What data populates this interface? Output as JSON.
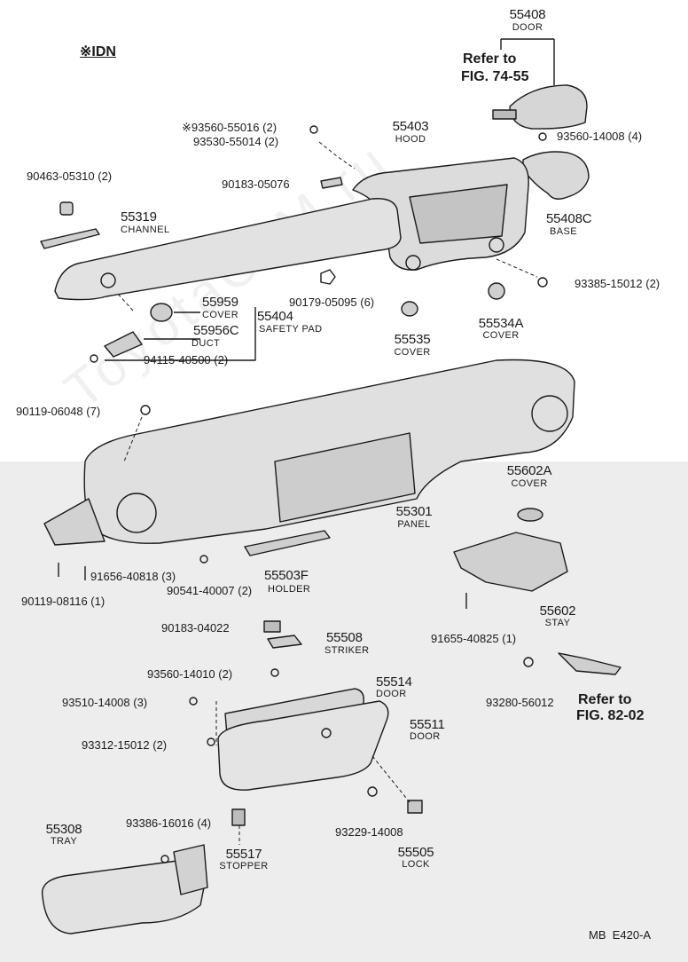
{
  "header": {
    "variant_label": "※IDN"
  },
  "watermark": "ToyotaCoM.ru",
  "footer": {
    "figure_code": "MB  E420-A"
  },
  "refs": {
    "fig_74_55": {
      "line1": "Refer to",
      "line2": "FIG. 74-55"
    },
    "fig_82_02": {
      "line1": "Refer to",
      "line2": "FIG. 82-02"
    }
  },
  "parts": {
    "p55408": {
      "number": "55408",
      "name": "DOOR"
    },
    "p55403": {
      "number": "55403",
      "name": "HOOD"
    },
    "p55408c": {
      "number": "55408C",
      "name": "BASE"
    },
    "p55319": {
      "number": "55319",
      "name": "CHANNEL"
    },
    "p55959": {
      "number": "55959",
      "name": "COVER"
    },
    "p55956c": {
      "number": "55956C",
      "name": "DUCT"
    },
    "p55404": {
      "number": "55404",
      "name": "SAFETY PAD"
    },
    "p55535": {
      "number": "55535",
      "name": "COVER"
    },
    "p55534a": {
      "number": "55534A",
      "name": "COVER"
    },
    "p55602a": {
      "number": "55602A",
      "name": "COVER"
    },
    "p55301": {
      "number": "55301",
      "name": "PANEL"
    },
    "p55503f": {
      "number": "55503F",
      "name": "HOLDER"
    },
    "p55602": {
      "number": "55602",
      "name": "STAY"
    },
    "p55508": {
      "number": "55508",
      "name": "STRIKER"
    },
    "p55514": {
      "number": "55514",
      "name": "DOOR"
    },
    "p55511": {
      "number": "55511",
      "name": "DOOR"
    },
    "p55308": {
      "number": "55308",
      "name": "TRAY"
    },
    "p55517": {
      "number": "55517",
      "name": "STOPPER"
    },
    "p55505": {
      "number": "55505",
      "name": "LOCK"
    }
  },
  "fasteners": {
    "f93560_55016": "※93560-55016 (2)",
    "f93530_55014": "93530-55014 (2)",
    "f93560_14008": "93560-14008 (4)",
    "f90463_05310": "90463-05310 (2)",
    "f90183_05076": "90183-05076",
    "f93385_15012": "93385-15012 (2)",
    "f90179_05095": "90179-05095 (6)",
    "f94115_40500": "94115-40500 (2)",
    "f90119_06048": "90119-06048 (7)",
    "f91656_40818": "91656-40818 (3)",
    "f90119_08116": "90119-08116 (1)",
    "f90541_40007": "90541-40007 (2)",
    "f91655_40825": "91655-40825 (1)",
    "f90183_04022": "90183-04022",
    "f93560_14010": "93560-14010 (2)",
    "f93510_14008": "93510-14008 (3)",
    "f93280_56012": "93280-56012",
    "f93312_15012": "93312-15012 (2)",
    "f93386_16016": "93386-16016 (4)",
    "f93229_14008": "93229-14008"
  }
}
